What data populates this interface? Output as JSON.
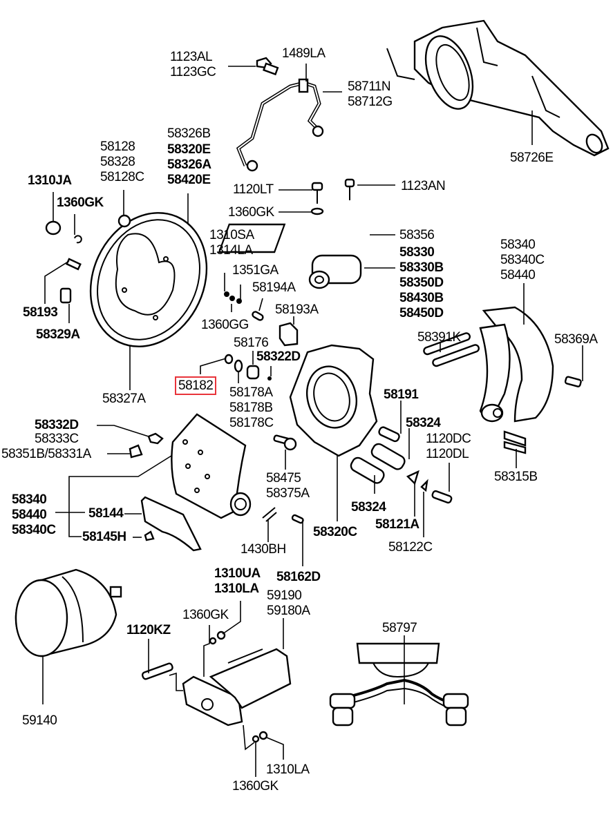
{
  "diagram": {
    "title": "Rear brake assembly parts diagram",
    "highlight_color": "#e8333a",
    "highlighted_part": "58182",
    "callouts": [
      {
        "id": "c1",
        "lines": [
          "1123AL",
          "1123GC"
        ],
        "bold": false
      },
      {
        "id": "c2",
        "lines": [
          "1489LA"
        ],
        "bold": false
      },
      {
        "id": "c3",
        "lines": [
          "58711N",
          "58712G"
        ],
        "bold": false
      },
      {
        "id": "c4",
        "lines": [
          "58726E"
        ],
        "bold": false
      },
      {
        "id": "c5",
        "lines": [
          "58326B"
        ],
        "bold": false
      },
      {
        "id": "c5b",
        "lines": [
          "58320E",
          "58326A",
          "58420E"
        ],
        "bold": true
      },
      {
        "id": "c6",
        "lines": [
          "58128",
          "58328",
          "58128C"
        ],
        "bold": false
      },
      {
        "id": "c7",
        "lines": [
          "1310JA"
        ],
        "bold": true
      },
      {
        "id": "c8",
        "lines": [
          "1360GK"
        ],
        "bold": true
      },
      {
        "id": "c9",
        "lines": [
          "58193"
        ],
        "bold": true
      },
      {
        "id": "c10",
        "lines": [
          "58329A"
        ],
        "bold": true
      },
      {
        "id": "c11",
        "lines": [
          "58327A"
        ],
        "bold": false
      },
      {
        "id": "c12",
        "lines": [
          "1120LT"
        ],
        "bold": false
      },
      {
        "id": "c13",
        "lines": [
          "1123AN"
        ],
        "bold": false
      },
      {
        "id": "c14",
        "lines": [
          "1360GK"
        ],
        "bold": false
      },
      {
        "id": "c15",
        "lines": [
          "58356"
        ],
        "bold": false
      },
      {
        "id": "c16",
        "lines": [
          "58330",
          "58330B",
          "58350D",
          "58430B",
          "58450D"
        ],
        "bold": true
      },
      {
        "id": "c17",
        "lines": [
          "1310SA",
          "1314LA"
        ],
        "bold": false
      },
      {
        "id": "c18",
        "lines": [
          "1351GA"
        ],
        "bold": false
      },
      {
        "id": "c19",
        "lines": [
          "58194A"
        ],
        "bold": false
      },
      {
        "id": "c20",
        "lines": [
          "1360GG"
        ],
        "bold": false
      },
      {
        "id": "c21",
        "lines": [
          "58193A"
        ],
        "bold": false
      },
      {
        "id": "c22",
        "lines": [
          "58176"
        ],
        "bold": false
      },
      {
        "id": "c23",
        "lines": [
          "58322D"
        ],
        "bold": true
      },
      {
        "id": "c24",
        "lines": [
          "58182"
        ],
        "bold": false
      },
      {
        "id": "c25",
        "lines": [
          "58178A",
          "58178B",
          "58178C"
        ],
        "bold": false
      },
      {
        "id": "c26",
        "lines": [
          "58340",
          "58340C",
          "58440"
        ],
        "bold": false
      },
      {
        "id": "c27",
        "lines": [
          "58391K"
        ],
        "bold": false
      },
      {
        "id": "c28",
        "lines": [
          "58369A"
        ],
        "bold": false
      },
      {
        "id": "c29",
        "lines": [
          "58191"
        ],
        "bold": true
      },
      {
        "id": "c30",
        "lines": [
          "58324"
        ],
        "bold": true
      },
      {
        "id": "c31",
        "lines": [
          "1120DC",
          "1120DL"
        ],
        "bold": false
      },
      {
        "id": "c32",
        "lines": [
          "58315B"
        ],
        "bold": false
      },
      {
        "id": "c33",
        "lines": [
          "58332D"
        ],
        "bold": true
      },
      {
        "id": "c34",
        "lines": [
          "58333C"
        ],
        "bold": false
      },
      {
        "id": "c35",
        "lines": [
          "58351B/58331A"
        ],
        "bold": false
      },
      {
        "id": "c36",
        "lines": [
          "58340",
          "58440",
          "58340C"
        ],
        "bold": true
      },
      {
        "id": "c37",
        "lines": [
          "58144"
        ],
        "bold": true
      },
      {
        "id": "c38",
        "lines": [
          "58145H"
        ],
        "bold": true
      },
      {
        "id": "c39",
        "lines": [
          "58475",
          "58375A"
        ],
        "bold": false
      },
      {
        "id": "c40",
        "lines": [
          "58324"
        ],
        "bold": true
      },
      {
        "id": "c41",
        "lines": [
          "58320C"
        ],
        "bold": true
      },
      {
        "id": "c42",
        "lines": [
          "58121A"
        ],
        "bold": true
      },
      {
        "id": "c43",
        "lines": [
          "58122C"
        ],
        "bold": false
      },
      {
        "id": "c44",
        "lines": [
          "1430BH"
        ],
        "bold": false
      },
      {
        "id": "c45",
        "lines": [
          "58162D"
        ],
        "bold": true
      },
      {
        "id": "c46",
        "lines": [
          "1310UA",
          "1310LA"
        ],
        "bold": true
      },
      {
        "id": "c47",
        "lines": [
          "59190",
          "59180A"
        ],
        "bold": false
      },
      {
        "id": "c48",
        "lines": [
          "1360GK"
        ],
        "bold": false
      },
      {
        "id": "c49",
        "lines": [
          "1120KZ"
        ],
        "bold": true
      },
      {
        "id": "c50",
        "lines": [
          "59140"
        ],
        "bold": false
      },
      {
        "id": "c51",
        "lines": [
          "58797"
        ],
        "bold": false
      },
      {
        "id": "c52",
        "lines": [
          "1310LA"
        ],
        "bold": false
      },
      {
        "id": "c53",
        "lines": [
          "1360GK"
        ],
        "bold": false
      }
    ]
  }
}
